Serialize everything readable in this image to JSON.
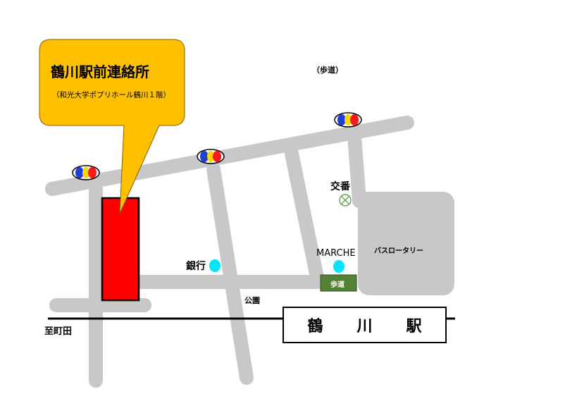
{
  "callout": {
    "title": "鶴川駅前連絡所",
    "subtitle": "（和光大学ポプリホール鶴川１階）"
  },
  "labels": {
    "sidewalk_top": "（歩道）",
    "koban": "交番",
    "marche": "MARCHE",
    "bus_rotary": "バスロータリー",
    "bank": "銀行",
    "sidewalk_box": "歩道",
    "park": "公園",
    "to_machida": "至町田"
  },
  "station": {
    "chars": [
      "鶴",
      "川",
      "駅"
    ]
  },
  "colors": {
    "road": "#c8c8c8",
    "callout": "#ffc000",
    "building": "#ff0000",
    "sidewalk_box": "#538135",
    "cyan_marker": "#00e5ff",
    "bus_rotary": "#c8c8c8"
  },
  "icons": {
    "traffic_light": "traffic-light-icon",
    "police_box": "police-box-icon",
    "poi_marker": "poi-marker-icon"
  }
}
